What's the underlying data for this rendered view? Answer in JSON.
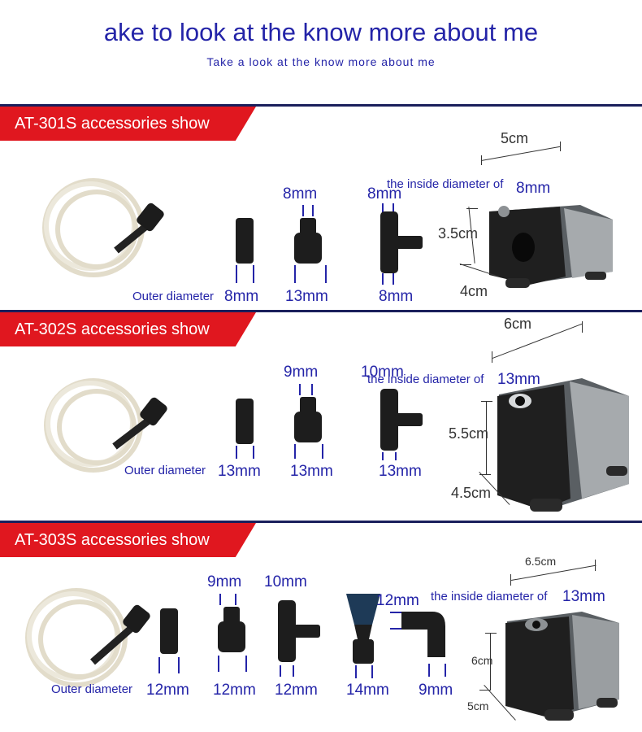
{
  "header": {
    "title": "ake to look at the know more about me",
    "subtitle": "Take a look at the know more about me"
  },
  "sections": [
    {
      "tag": "AT-301S accessories show",
      "outer_label": "Outer diameter",
      "tube_outer": "8mm",
      "adapter_top": "8mm",
      "adapter_bottom": "13mm",
      "tee_top": "8mm",
      "tee_bottom": "8mm",
      "inside_label": "the inside diameter of",
      "inside_value": "8mm",
      "width": "5cm",
      "height": "3.5cm",
      "depth": "4cm"
    },
    {
      "tag": "AT-302S accessories show",
      "outer_label": "Outer diameter",
      "tube_outer": "13mm",
      "adapter_top": "9mm",
      "adapter_bottom": "13mm",
      "tee_top": "10mm",
      "tee_bottom": "13mm",
      "inside_label": "the inside diameter of",
      "inside_value": "13mm",
      "width": "6cm",
      "height": "5.5cm",
      "depth": "4.5cm"
    },
    {
      "tag": "AT-303S accessories show",
      "outer_label": "Outer diameter",
      "tube_outer": "12mm",
      "adapter_top": "9mm",
      "adapter_bottom": "12mm",
      "tee_top": "10mm",
      "tee_bottom": "12mm",
      "nozzle_top": "12mm",
      "nozzle_bottom": "14mm",
      "elbow_bottom": "9mm",
      "inside_label": "the inside diameter of",
      "inside_value": "13mm",
      "width": "6.5cm",
      "height": "6cm",
      "depth": "5cm"
    }
  ],
  "colors": {
    "accent": "#e0171f",
    "label_blue": "#2424a8",
    "rule": "#1a1f5c"
  }
}
